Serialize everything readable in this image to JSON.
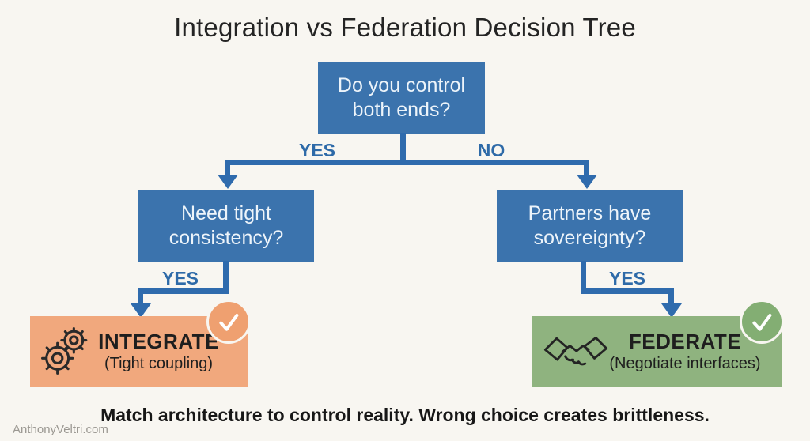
{
  "title": "Integration vs Federation Decision Tree",
  "caption": "Match architecture to control reality. Wrong choice creates brittleness.",
  "watermark": "AnthonyVeltri.com",
  "colors": {
    "background": "#f8f6f1",
    "node_blue": "#3b73ad",
    "connector_blue": "#2f6bad",
    "branch_label_blue": "#2e6aa8",
    "integrate_orange": "#f1a87d",
    "integrate_badge_orange": "#efa070",
    "federate_green": "#8fb37f",
    "federate_badge_green": "#83ae73",
    "result_text": "#1e1e1e"
  },
  "tree": {
    "root": {
      "question": "Do you control both ends?"
    },
    "root_branches": {
      "yes_label": "YES",
      "no_label": "NO"
    },
    "integrate_path": {
      "question": "Need tight consistency?",
      "branch_label": "YES",
      "result_title": "INTEGRATE",
      "result_subtitle": "(Tight coupling)",
      "icon": "gears-icon",
      "badge_icon": "checkmark-icon"
    },
    "federate_path": {
      "question": "Partners have sovereignty?",
      "branch_label": "YES",
      "result_title": "FEDERATE",
      "result_subtitle": "(Negotiate interfaces)",
      "icon": "handshake-icon",
      "badge_icon": "checkmark-icon"
    }
  }
}
